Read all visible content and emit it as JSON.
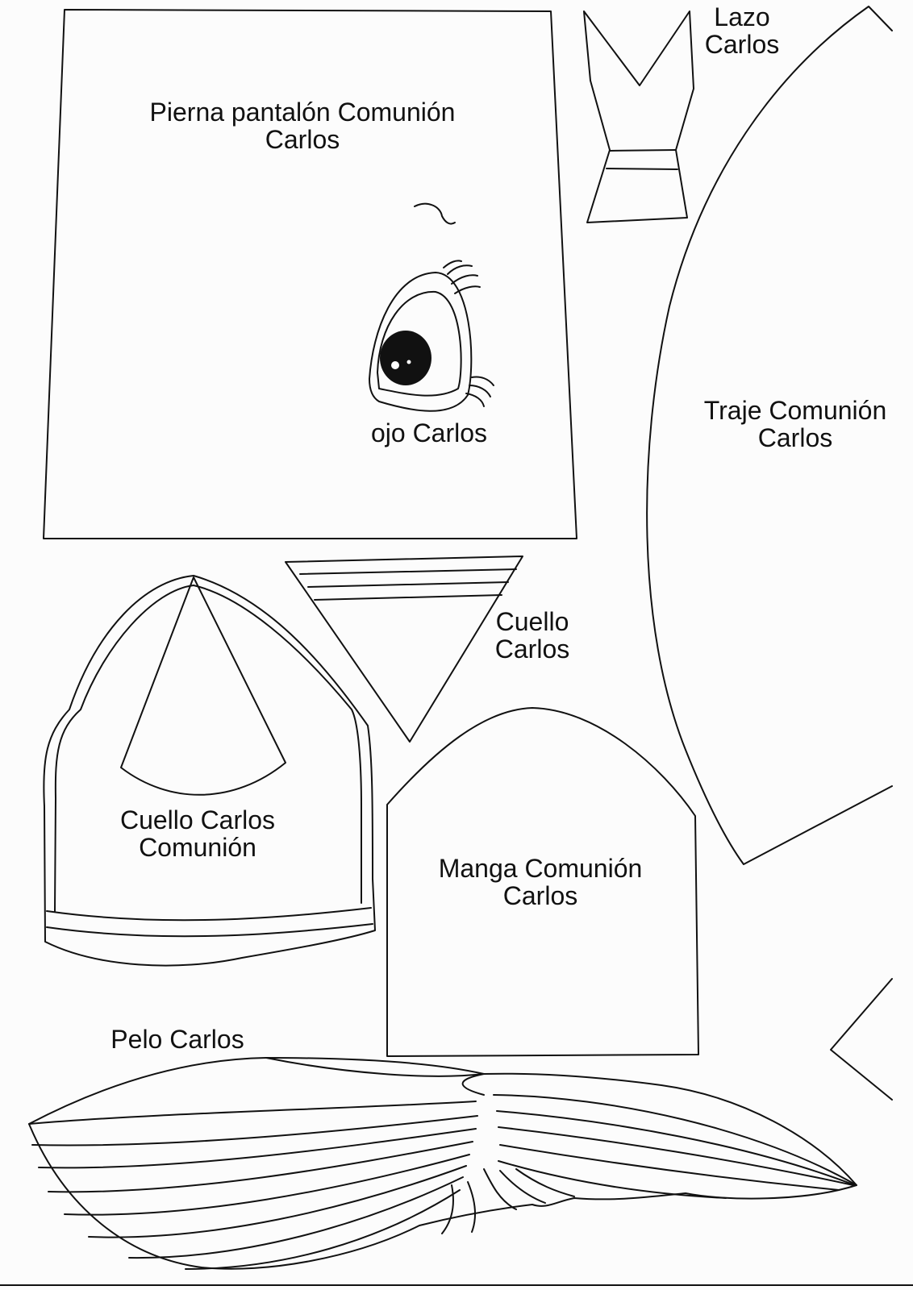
{
  "pieces": {
    "pierna": {
      "line1": "Pierna pantalón Comunión",
      "line2": "Carlos"
    },
    "lazo": {
      "line1": "Lazo",
      "line2": "Carlos"
    },
    "traje": {
      "line1": "Traje Comunión",
      "line2": "Carlos"
    },
    "ojo": {
      "line1": "ojo Carlos"
    },
    "cuello": {
      "line1": "Cuello",
      "line2": "Carlos"
    },
    "cuello_comunion": {
      "line1": "Cuello Carlos",
      "line2": "Comunión"
    },
    "manga": {
      "line1": "Manga Comunión",
      "line2": "Carlos"
    },
    "pelo": {
      "line1": "Pelo Carlos"
    }
  },
  "colors": {
    "line": "#111111",
    "paper": "#fcfcfc"
  }
}
